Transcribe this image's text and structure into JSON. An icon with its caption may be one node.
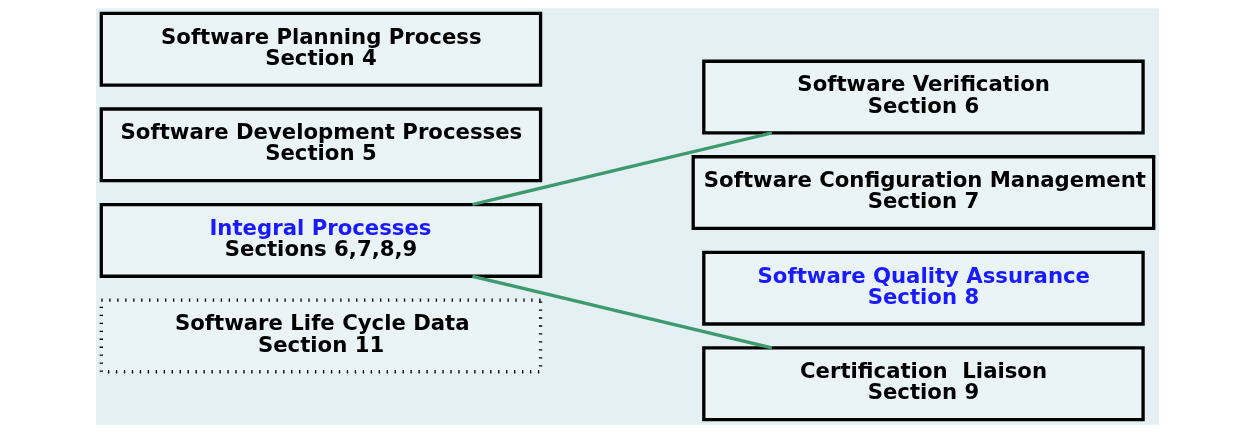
{
  "diagram": {
    "nodes": [
      {
        "text": [
          "Software Planning Process",
          "Section 4"
        ]
      },
      {
        "text": [
          "Software Development Processes",
          "Section 5"
        ]
      },
      {
        "text": [
          "Integral Processes",
          "Sections 6,7,8,9"
        ]
      },
      {
        "text": [
          "Software Life Cycle Data",
          "Section 11"
        ]
      },
      {
        "text": [
          "Software Verification",
          "Section 6"
        ]
      },
      {
        "text": [
          "Software Configuration Management",
          "Section 7"
        ]
      },
      {
        "text": [
          "Software Quality Assurance",
          "Section 8"
        ]
      },
      {
        "text": [
          "Certification  Liaison",
          "Section 9"
        ]
      }
    ],
    "edges": [
      {
        "from": 2,
        "to": 4,
        "arrow": "none",
        "color": "#3c9a6c"
      },
      {
        "from": 2,
        "to": 7,
        "arrow": "none",
        "color": "#3c9a6c"
      }
    ]
  }
}
